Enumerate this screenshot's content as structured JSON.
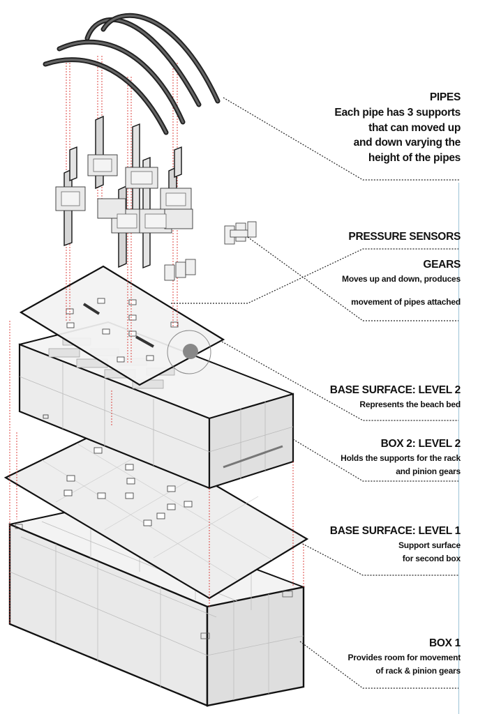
{
  "annotations": {
    "pipes": {
      "title": "PIPES",
      "lines": [
        "Each pipe has 3 supports",
        "that can  moved up",
        "and down varying the",
        "height of the pipes"
      ]
    },
    "pressure_sensors": {
      "title": "PRESSURE SENSORS"
    },
    "gears": {
      "title": "GEARS",
      "lines": [
        "Moves up and down, produces",
        "movement of pipes attached"
      ]
    },
    "base_surface_2": {
      "title": "BASE SURFACE: LEVEL 2",
      "lines": [
        "Represents the beach bed"
      ]
    },
    "box_2": {
      "title": "BOX 2: LEVEL 2",
      "lines": [
        "Holds the supports for the rack",
        "and pinion gears"
      ]
    },
    "base_surface_1": {
      "title": "BASE SURFACE: LEVEL 1",
      "lines": [
        "Support surface",
        "for second box"
      ]
    },
    "box_1": {
      "title": "BOX 1",
      "lines": [
        "Provides room for movement",
        "of rack & pinion gears"
      ]
    }
  },
  "colors": {
    "guide": "#d9302c",
    "leader": "#222222",
    "panel": "#eeeeee",
    "panel_dark": "#dcdcdc",
    "accent_line": "#9cc3d6"
  }
}
